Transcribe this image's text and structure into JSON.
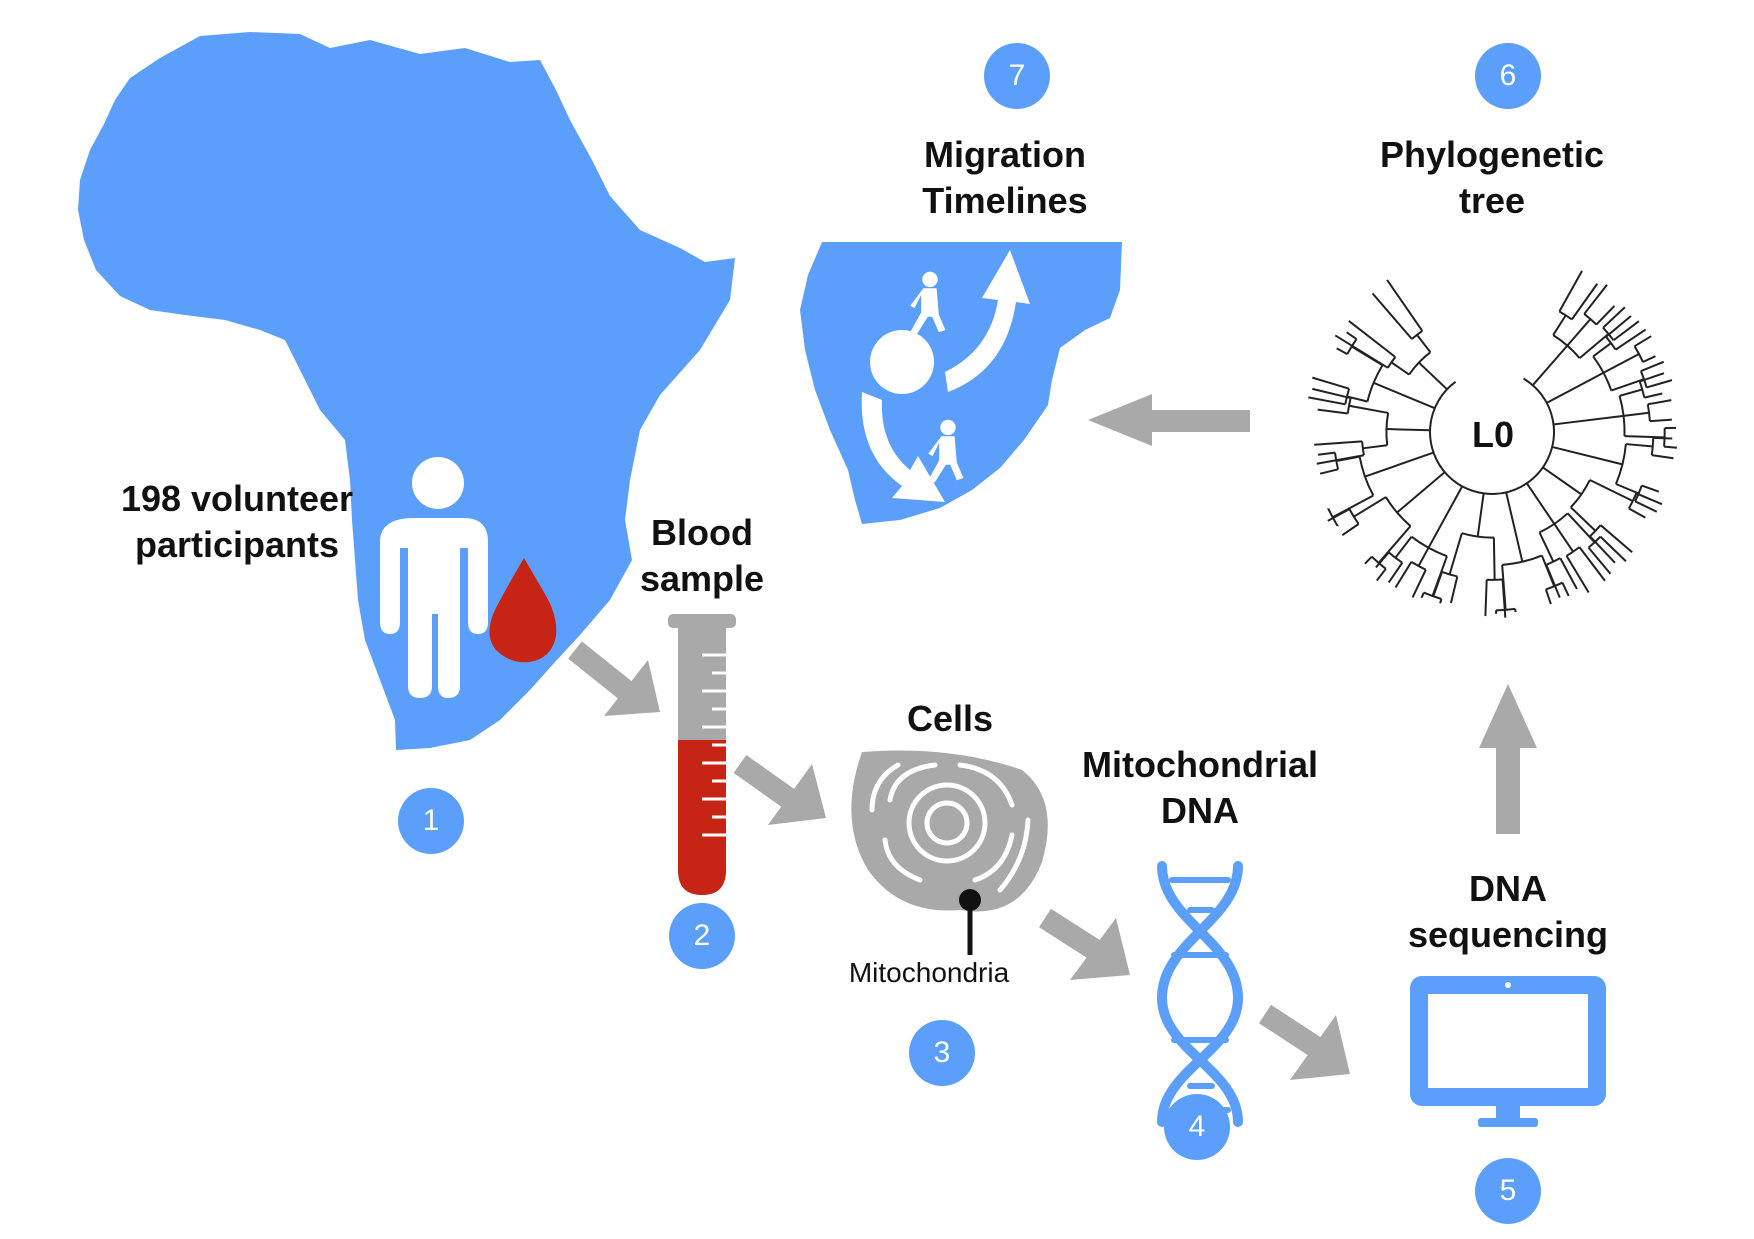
{
  "colors": {
    "accent": "#5b9ffb",
    "arrow": "#a9a9a9",
    "blood": "#c62515",
    "cell": "#a9a9a9"
  },
  "labels": {
    "participants": [
      "198 volunteer",
      "participants"
    ],
    "blood": [
      "Blood",
      "sample"
    ],
    "cells": "Cells",
    "mitochondria": "Mitochondria",
    "mtdna": [
      "Mitochondrial",
      "DNA"
    ],
    "sequencing": [
      "DNA",
      "sequencing"
    ],
    "phylo": [
      "Phylogenetic",
      "tree"
    ],
    "tree_root": "L0",
    "migration": [
      "Migration",
      "Timelines"
    ]
  },
  "steps": [
    "1",
    "2",
    "3",
    "4",
    "5",
    "6",
    "7"
  ],
  "icons": [
    "africa-map",
    "person-icon",
    "blood-drop-icon",
    "test-tube-icon",
    "cell-icon",
    "dna-helix-icon",
    "monitor-icon",
    "phylogenetic-tree-icon",
    "southern-africa-map",
    "walking-person-icon",
    "curved-arrow-icon"
  ]
}
